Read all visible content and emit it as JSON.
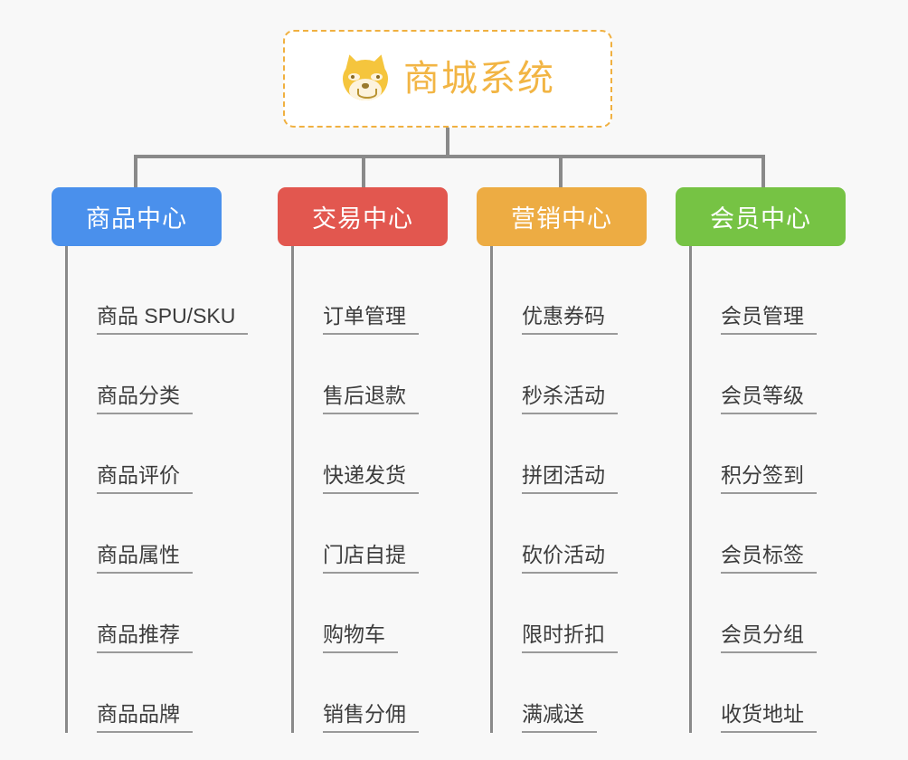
{
  "background_color": "#f8f8f8",
  "root": {
    "title": "商城系统",
    "icon": "dog-face-emoji",
    "title_color": "#f2b544",
    "border_color": "#f0b040"
  },
  "categories": [
    {
      "label": "商品中心",
      "color": "#4a90ec",
      "items": [
        "商品 SPU/SKU",
        "商品分类",
        "商品评价",
        "商品属性",
        "商品推荐",
        "商品品牌"
      ]
    },
    {
      "label": "交易中心",
      "color": "#e2574f",
      "items": [
        "订单管理",
        "售后退款",
        "快递发货",
        "门店自提",
        "购物车",
        "销售分佣"
      ]
    },
    {
      "label": "营销中心",
      "color": "#edac43",
      "items": [
        "优惠券码",
        "秒杀活动",
        "拼团活动",
        "砍价活动",
        "限时折扣",
        "满减送"
      ]
    },
    {
      "label": "会员中心",
      "color": "#76c344",
      "items": [
        "会员管理",
        "会员等级",
        "积分签到",
        "会员标签",
        "会员分组",
        "收货地址"
      ]
    }
  ]
}
